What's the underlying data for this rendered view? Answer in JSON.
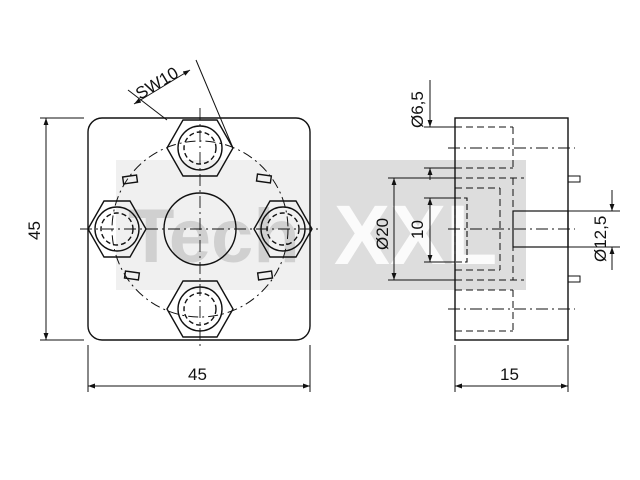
{
  "watermark": {
    "text_left": "Tech",
    "text_right": "XXL",
    "color": "#d4d4d4"
  },
  "colors": {
    "line": "#111111",
    "background": "#ffffff"
  },
  "front_view": {
    "width_label": "45",
    "height_label": "45",
    "wrench_label": "SW10"
  },
  "side_view": {
    "thickness_label": "15",
    "hole_label": "Ø6,5",
    "recess_label": "Ø20",
    "depth_label": "10",
    "pin_label": "Ø12,5"
  }
}
